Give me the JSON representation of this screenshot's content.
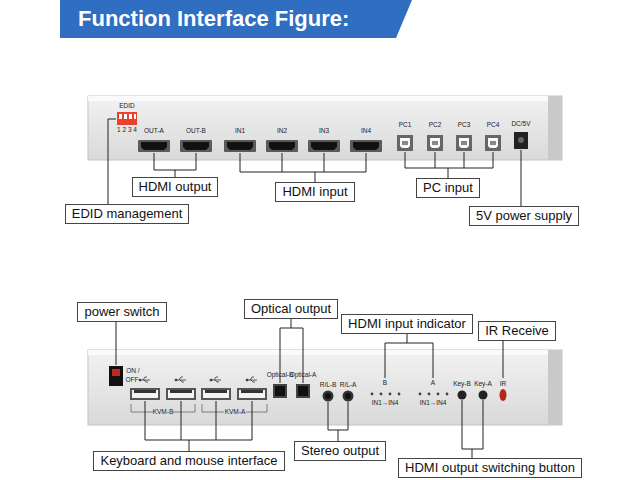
{
  "diagram": {
    "title": "Function Interface Figure:",
    "nodes": [
      {
        "text": [
          "HDMI output"
        ]
      },
      {
        "text": [
          "HDMI input"
        ]
      },
      {
        "text": [
          "PC input"
        ]
      },
      {
        "text": [
          "EDID management"
        ]
      },
      {
        "text": [
          "5V power supply"
        ]
      },
      {
        "text": [
          "power switch"
        ]
      },
      {
        "text": [
          "Optical output"
        ]
      },
      {
        "text": [
          "HDMI input indicator"
        ]
      },
      {
        "text": [
          "IR Receive"
        ]
      },
      {
        "text": [
          "Keyboard and mouse interface"
        ]
      },
      {
        "text": [
          "Stereo output"
        ]
      },
      {
        "text": [
          "HDMI output switching button"
        ]
      }
    ],
    "labels": [
      "EDID",
      "1 2 3 4",
      "OUT-A",
      "OUT-B",
      "IN1",
      "IN2",
      "IN3",
      "IN4",
      "PC1",
      "PC2",
      "PC3",
      "PC4",
      "DC/5V",
      "ON /",
      "OFF",
      "KVM-B",
      "KVM-A",
      "Optical-B",
      "Optical-A",
      "R/L-B",
      "R/L-A",
      "B",
      "IN1→IN4",
      "A",
      "IN1→IN4",
      "Key-B",
      "Key-A",
      "IR"
    ]
  }
}
